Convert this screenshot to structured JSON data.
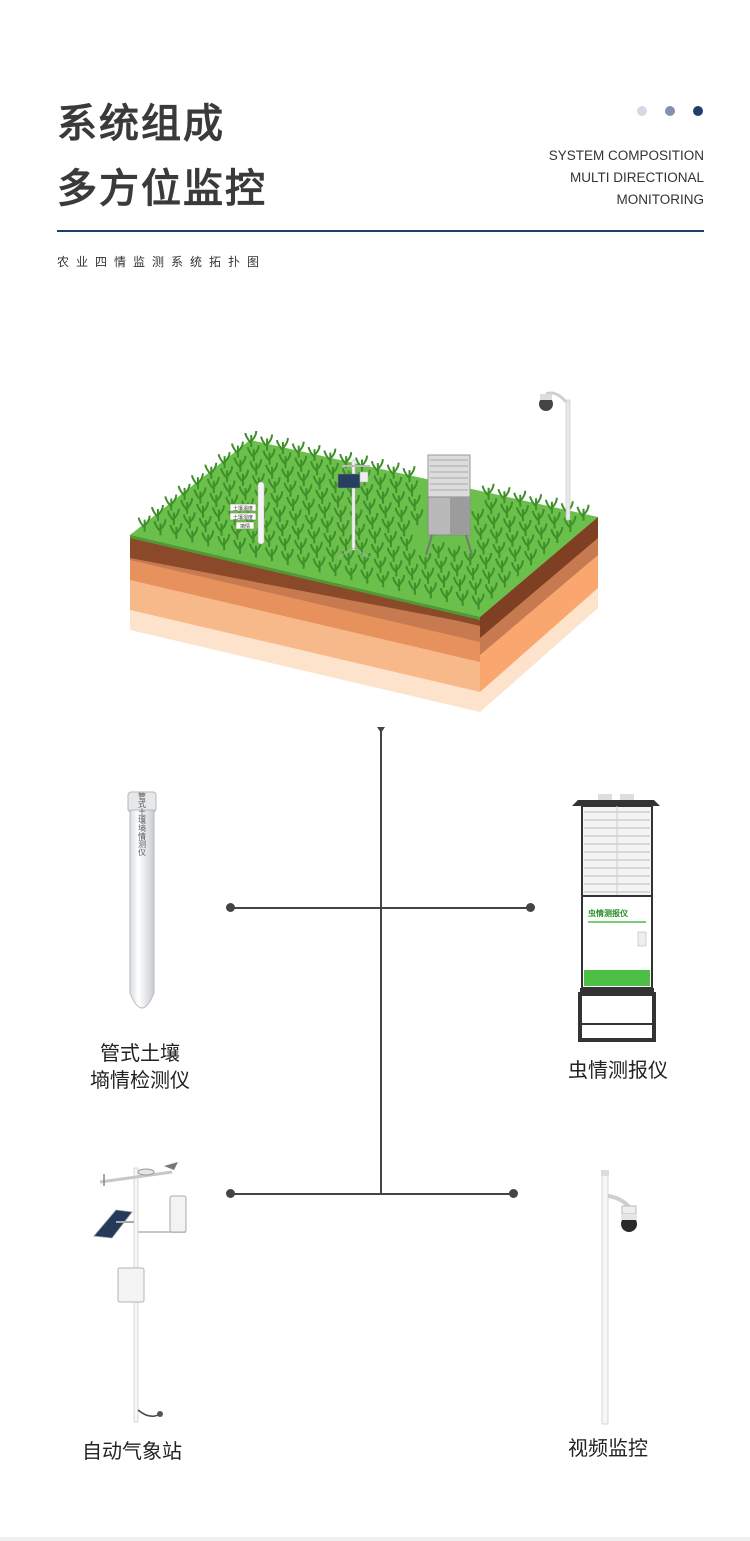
{
  "header": {
    "title_line1": "系统组成",
    "title_line2": "多方位监控",
    "en_line1": "SYSTEM COMPOSITION",
    "en_line2": "MULTI DIRECTIONAL",
    "en_line3": "MONITORING",
    "dots": [
      "#d4d9e3",
      "#8291ad",
      "#1f3f6b"
    ]
  },
  "subtitle": "农业四情监测系统拓扑图",
  "field_tags": [
    "土壤温度",
    "土壤湿度",
    "墒情"
  ],
  "devices": {
    "soil_sensor": {
      "label_line1": "管式土壤",
      "label_line2": "墒情检测仪",
      "tube_text": "管式土壤墒情测仪"
    },
    "pest_monitor": {
      "label": "虫情测报仪",
      "panel_text": "虫情测报仪"
    },
    "weather_station": {
      "label": "自动气象站"
    },
    "video_monitor": {
      "label": "视频监控"
    }
  },
  "colors": {
    "accent": "#1f3f6b",
    "grass": "#6bc04b",
    "soil_dark": "#8a4a2a",
    "soil_light": "#f7b98a"
  }
}
